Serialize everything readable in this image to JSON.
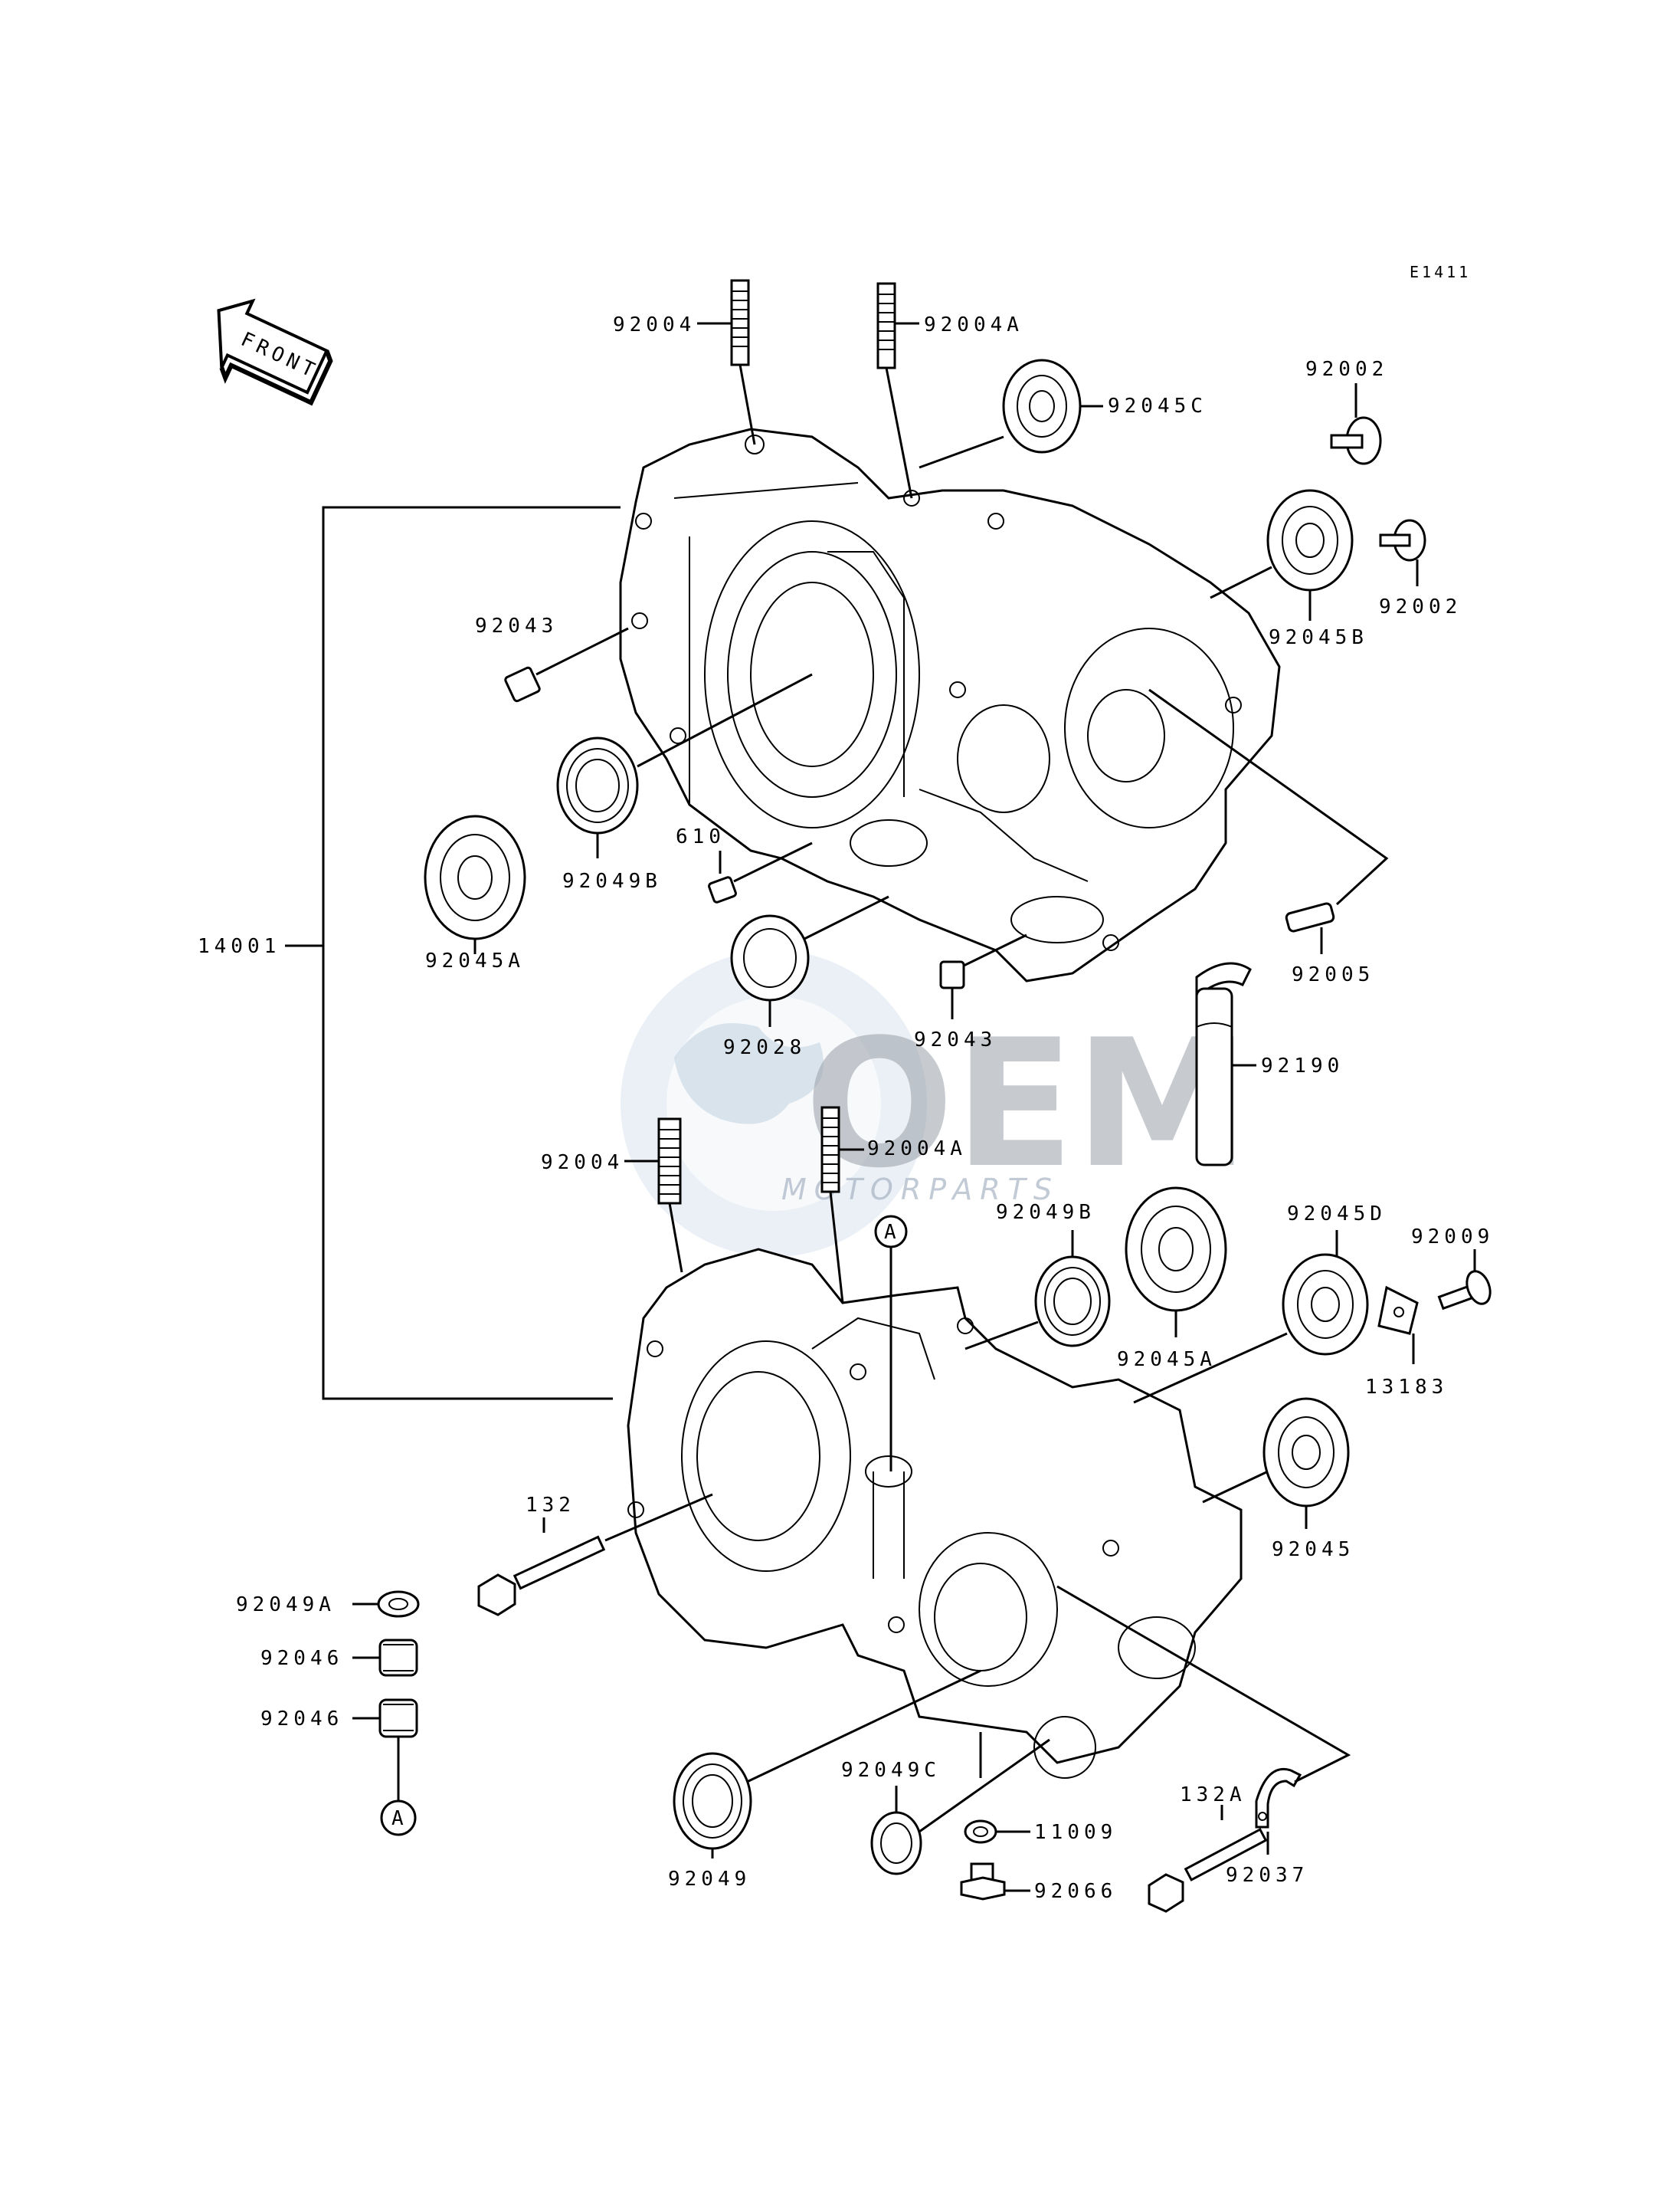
{
  "diagram": {
    "code": "E1411",
    "front_label": "FRONT",
    "circle_ref_top": "A",
    "circle_ref_bottom": "A",
    "watermark": {
      "brand": "OEM",
      "sub": "MOTORPARTS"
    },
    "labels": {
      "l92004_top": "92004",
      "l92004A_top": "92004A",
      "l92045C": "92045C",
      "l92002_a": "92002",
      "l92002_b": "92002",
      "l92045B": "92045B",
      "l92043_a": "92043",
      "l92049B_a": "92049B",
      "l610": "610",
      "l92045A_a": "92045A",
      "l14001": "14001",
      "l92005": "92005",
      "l92028": "92028",
      "l92043_b": "92043",
      "l92190": "92190",
      "l92004_bot": "92004",
      "l92004A_bot": "92004A",
      "l92049B_b": "92049B",
      "l92045D": "92045D",
      "l92009": "92009",
      "l92045A_b": "92045A",
      "l13183": "13183",
      "l132": "132",
      "l92045": "92045",
      "l92049A": "92049A",
      "l92046_a": "92046",
      "l92046_b": "92046",
      "l92049C": "92049C",
      "l11009": "11009",
      "l132A": "132A",
      "l92049": "92049",
      "l92066": "92066",
      "l92037": "92037"
    }
  }
}
